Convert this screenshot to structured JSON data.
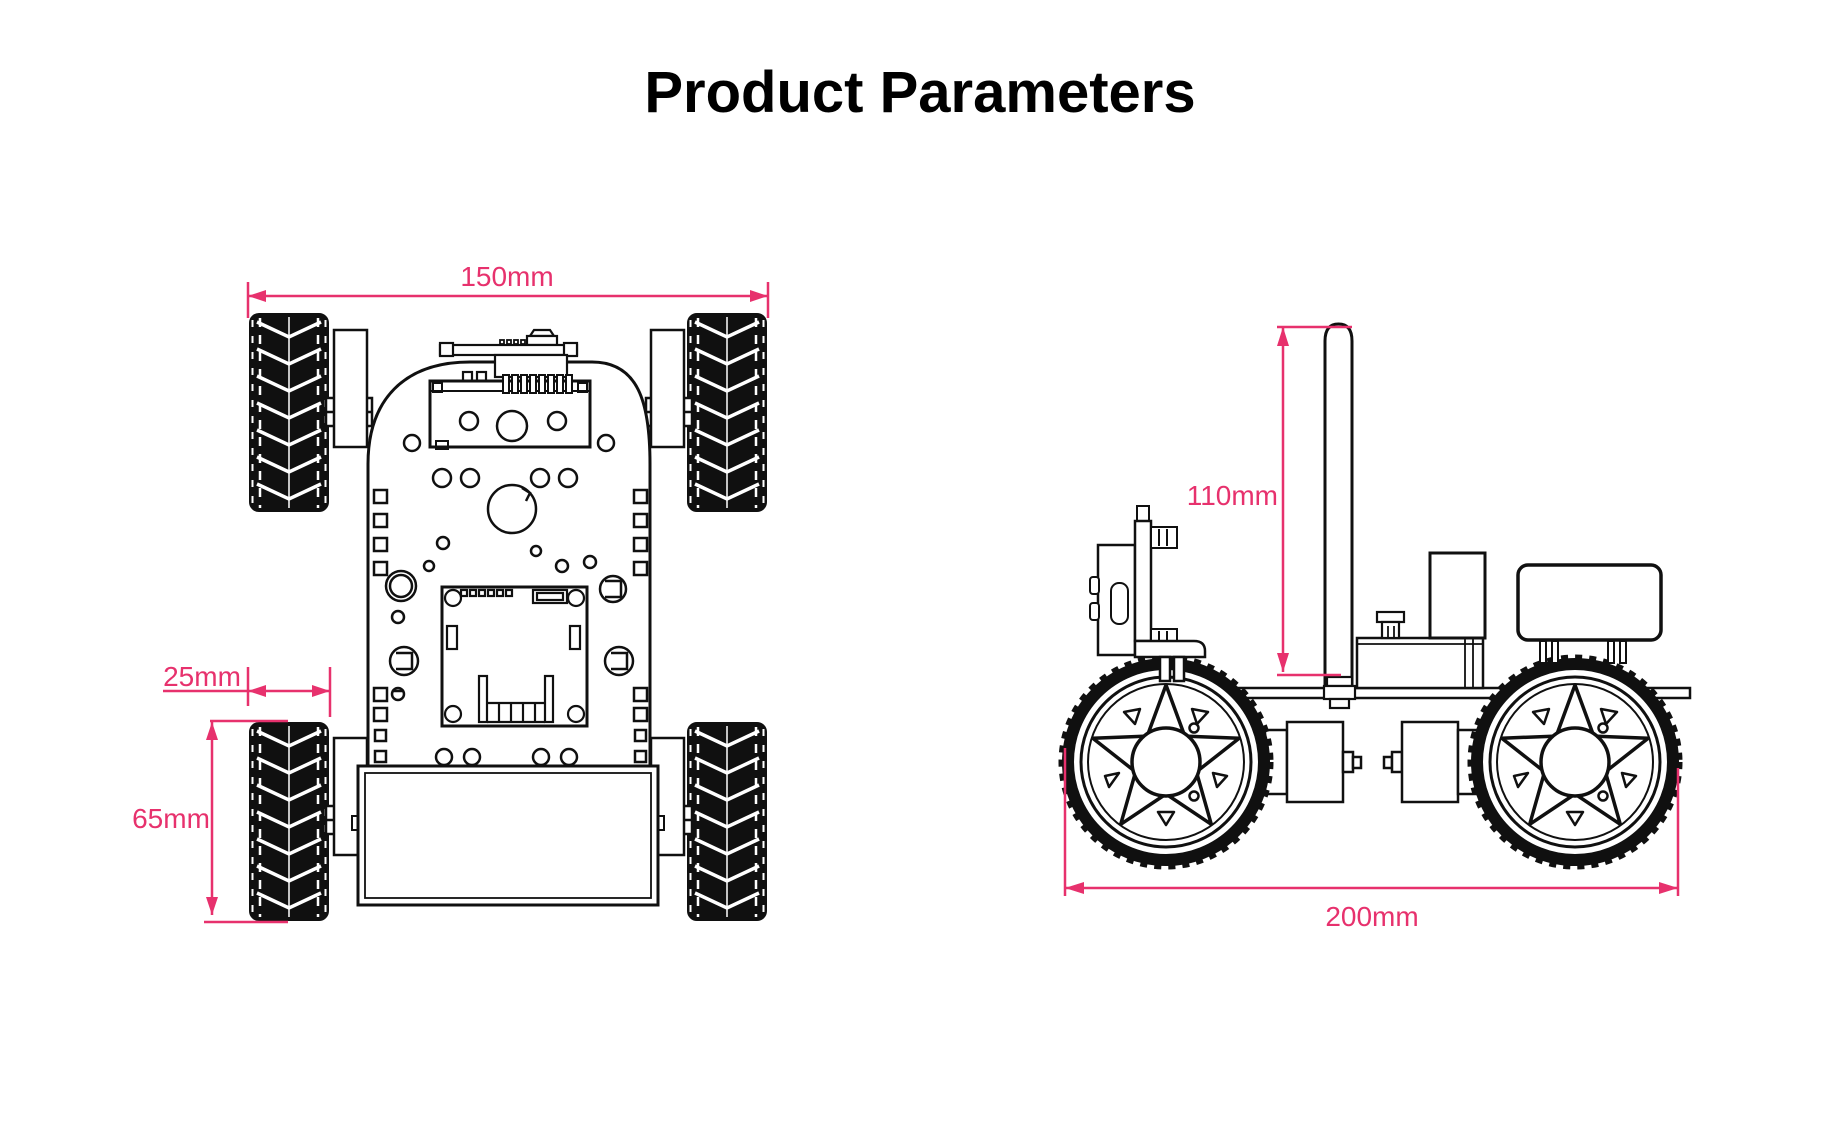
{
  "title": "Product Parameters",
  "colors": {
    "dimension_accent": "#E7316D",
    "line": "#101010",
    "background": "#FFFFFF"
  },
  "top_view": {
    "name": "top-view",
    "dimensions": {
      "overall_width": "150mm",
      "wheel_width": "25mm",
      "wheel_diameter": "65mm"
    }
  },
  "side_view": {
    "name": "side-view",
    "dimensions": {
      "antenna_height": "110mm",
      "overall_length": "200mm"
    }
  }
}
